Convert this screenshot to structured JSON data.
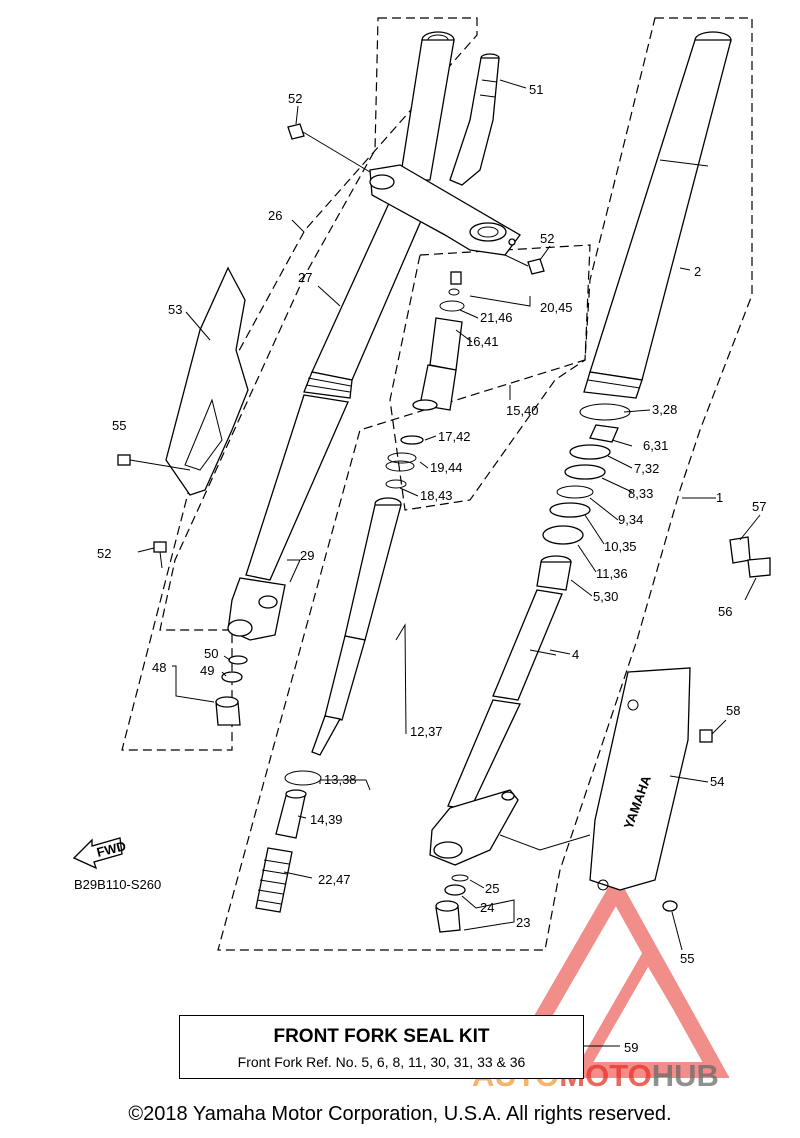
{
  "diagram_code": "B29B110-S260",
  "fwd_label": "FWD",
  "part_labels": {
    "p1": "1",
    "p2": "2",
    "p3": "3,28",
    "p4": "4",
    "p5": "5,30",
    "p6": "6,31",
    "p7": "7,32",
    "p8": "8,33",
    "p9": "9,34",
    "p10": "10,35",
    "p11": "11,36",
    "p12": "12,37",
    "p13": "13,38",
    "p14": "14,39",
    "p15": "15,40",
    "p16": "16,41",
    "p17": "17,42",
    "p18": "18,43",
    "p19": "19,44",
    "p20": "20,45",
    "p21": "21,46",
    "p22": "22,47",
    "p23": "23",
    "p24": "24",
    "p25": "25",
    "p26": "26",
    "p27": "27",
    "p29": "29",
    "p48": "48",
    "p49": "49",
    "p50": "50",
    "p51": "51",
    "p52a": "52",
    "p52b": "52",
    "p52c": "52",
    "p53": "53",
    "p54": "54",
    "p55a": "55",
    "p55b": "55",
    "p56": "56",
    "p57": "57",
    "p58": "58",
    "p59": "59"
  },
  "guard_text": "YAMAHA",
  "seal_kit": {
    "title": "FRONT FORK SEAL KIT",
    "subtitle": "Front Fork Ref. No. 5, 6, 8, 11, 30, 31, 33 & 36"
  },
  "watermark": {
    "part1": "AUTO",
    "part2": "MOTO",
    "part3": "HUB"
  },
  "copyright": "©2018 Yamaha Motor Corporation, U.S.A. All rights reserved.",
  "colors": {
    "line": "#000000",
    "watermark_red": "#e8322a",
    "watermark_orange": "#f29a3a",
    "watermark_gray": "#6b6b6b"
  }
}
